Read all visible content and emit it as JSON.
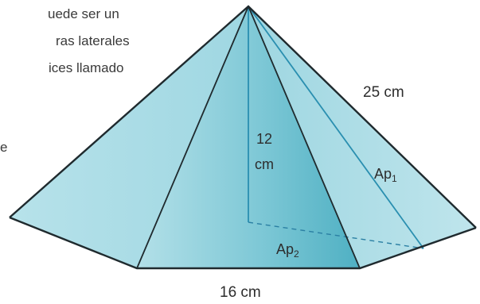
{
  "text_fragments": [
    "uede ser un",
    "ras laterales",
    "ices llamado",
    "e"
  ],
  "labels": {
    "slant_edge": "25 cm",
    "height_line1": "12",
    "height_line2": "cm",
    "apothem1": "Ap",
    "apothem1_sub": "1",
    "apothem2": "Ap",
    "apothem2_sub": "2",
    "base_edge": "16 cm"
  },
  "colors": {
    "face_light": "#a9dce4",
    "face_mid": "#8ccfda",
    "face_dark": "#5bb8c8",
    "edge": "#1f2a2e",
    "inner_line": "#2a8fb0"
  }
}
